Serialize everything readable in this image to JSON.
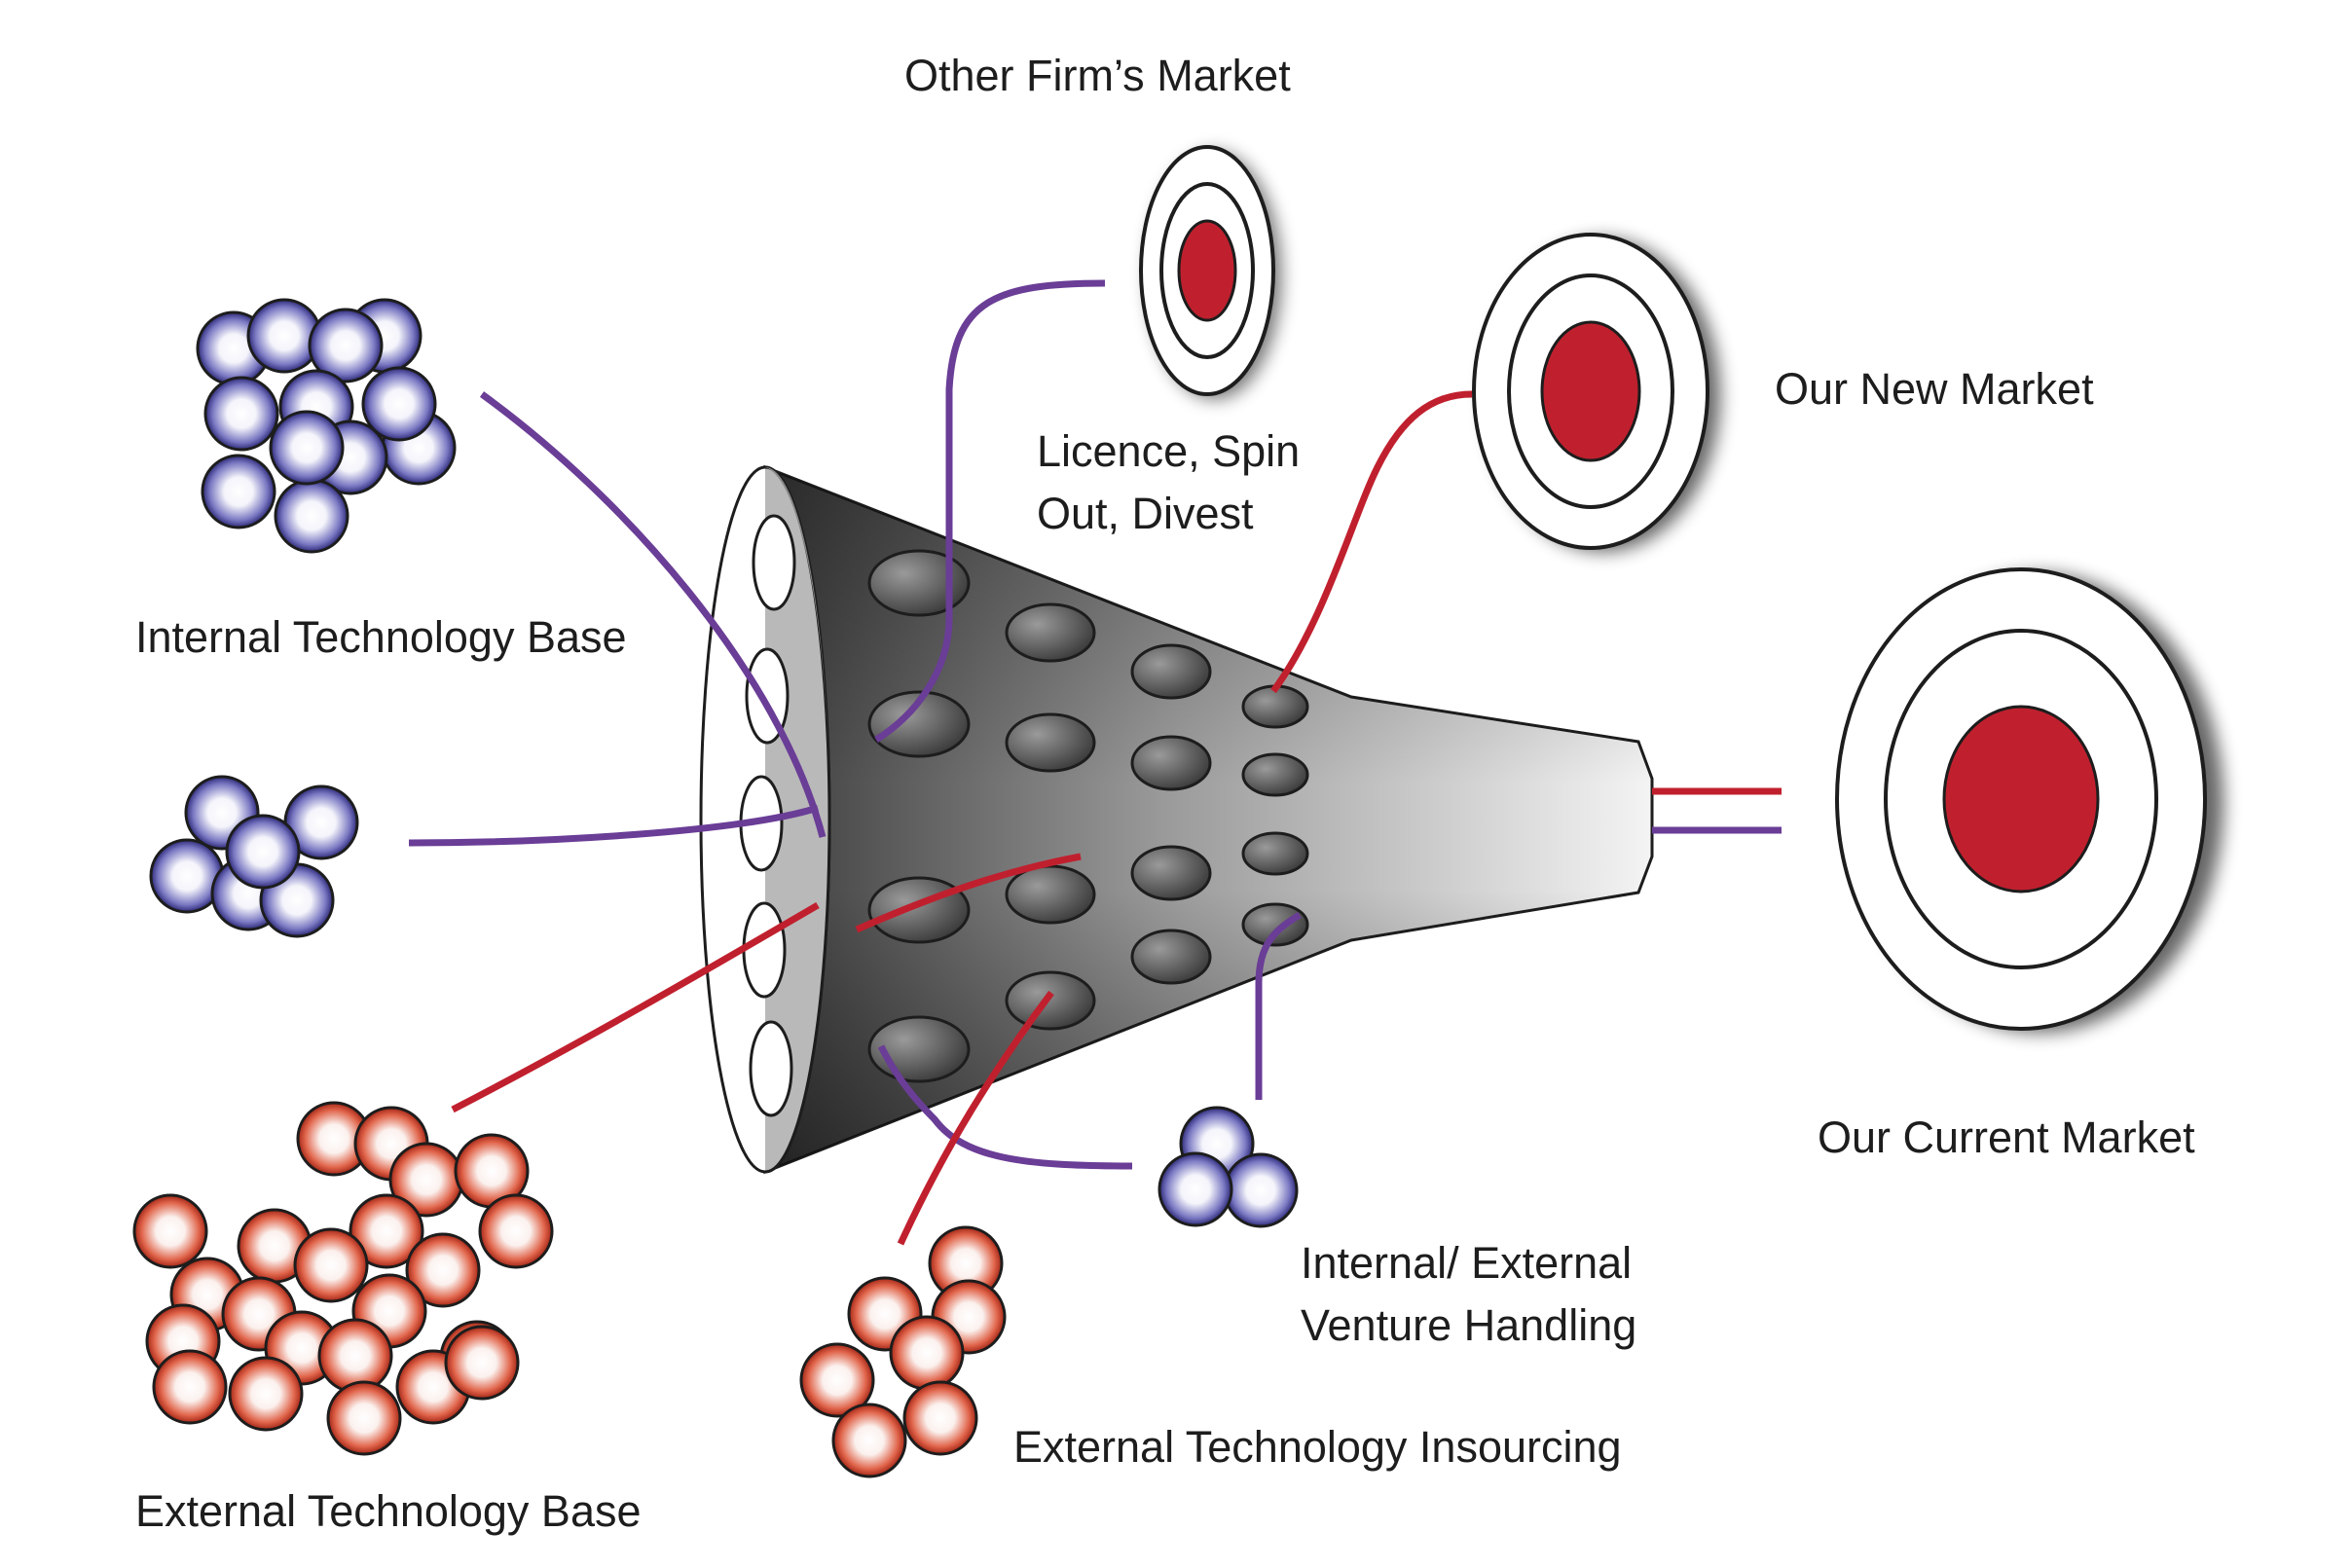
{
  "labels": {
    "other_firms_market": "Other Firm’s Market",
    "our_new_market": "Our New Market",
    "licence_line1": "Licence, Spin",
    "licence_line2": "Out, Divest",
    "internal_technology_base": "Internal Technology Base",
    "our_current_market": "Our Current Market",
    "venture_line1": "Internal/ External",
    "venture_line2": "Venture Handling",
    "external_technology_insourcing": "External Technology Insourcing",
    "external_technology_base": "External Technology Base"
  },
  "colors": {
    "internal_flow": "#6a3d96",
    "external_flow": "#c0202e",
    "target_center": "#c0202e",
    "internal_ball": "#6b6bb8",
    "external_ball": "#d6553a"
  }
}
